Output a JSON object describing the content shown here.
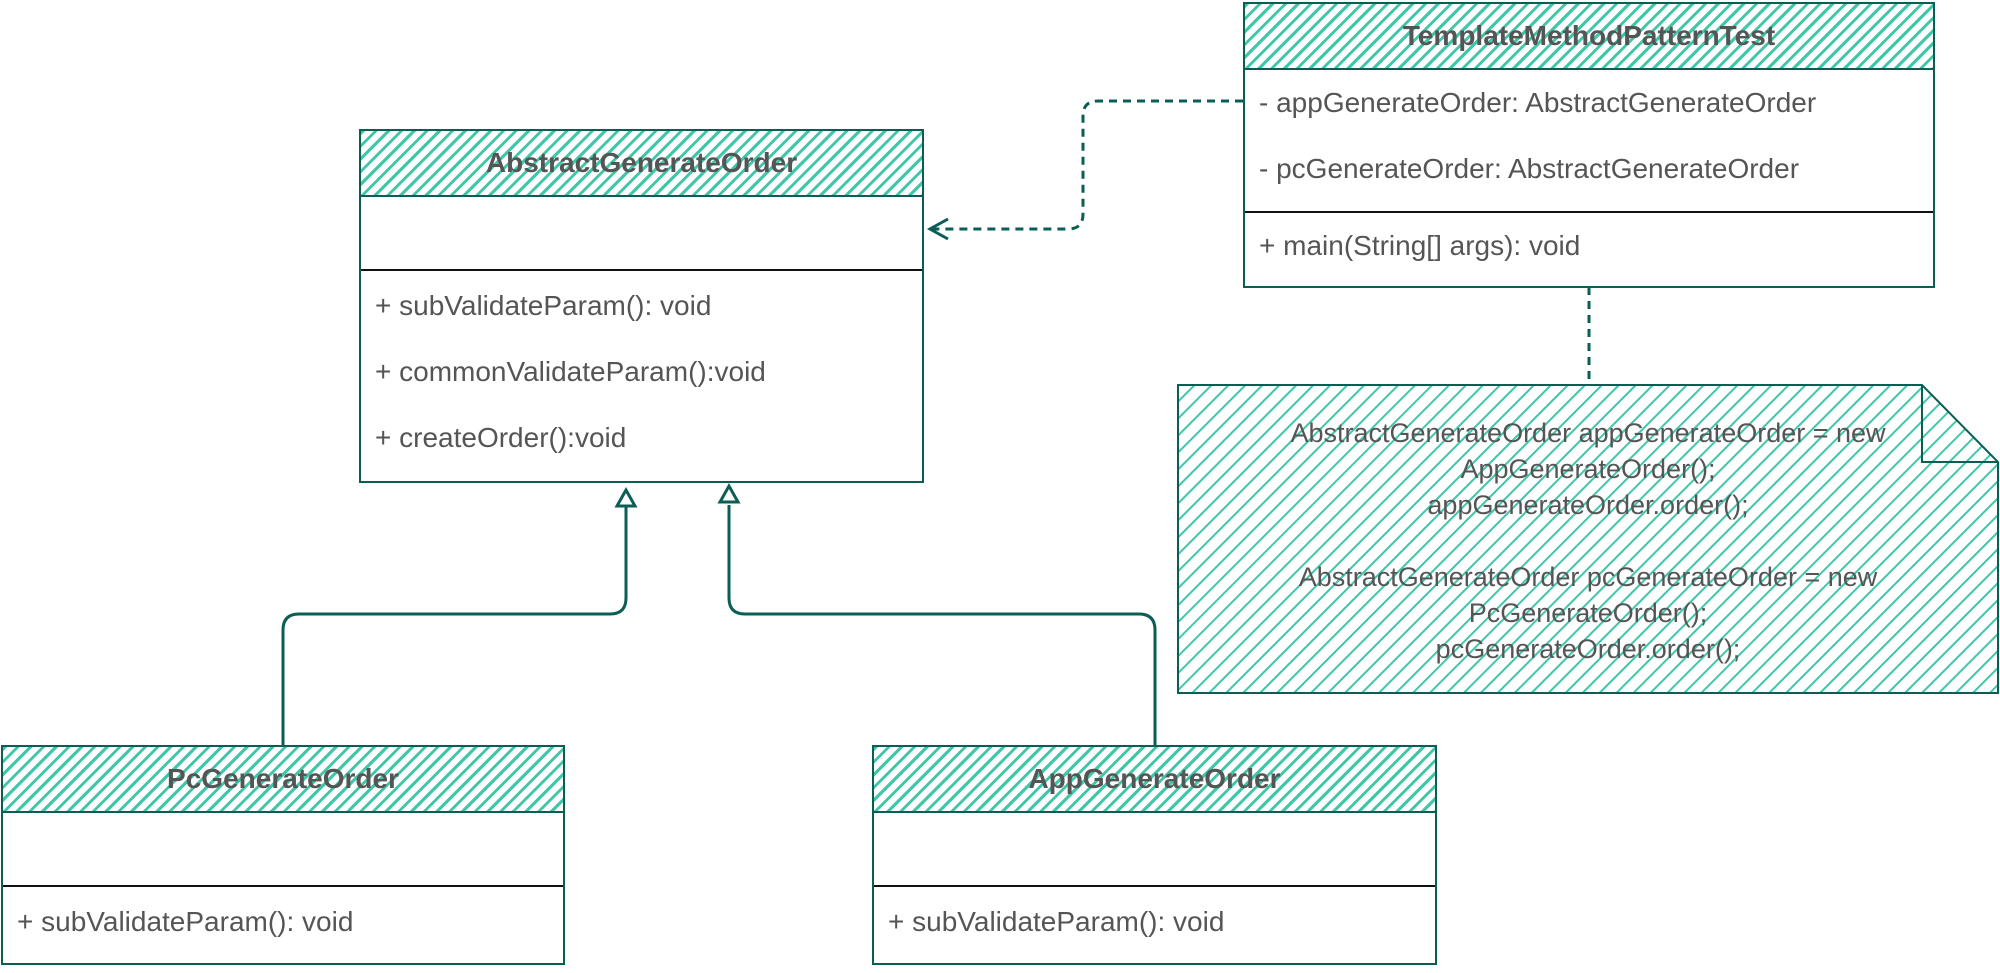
{
  "colors": {
    "accent_fill": "#3fc7a9",
    "border": "#0b5e54",
    "text": "#555555",
    "divider": "#111111"
  },
  "classes": {
    "abstract_generate_order": {
      "name": "AbstractGenerateOrder",
      "methods": [
        "+ subValidateParam(): void",
        "+ commonValidateParam():void",
        "+ createOrder():void"
      ]
    },
    "template_method_pattern_test": {
      "name": "TemplateMethodPatternTest",
      "attributes": [
        "- appGenerateOrder: AbstractGenerateOrder",
        "- pcGenerateOrder: AbstractGenerateOrder"
      ],
      "methods": [
        "+ main(String[] args): void"
      ]
    },
    "pc_generate_order": {
      "name": "PcGenerateOrder",
      "methods": [
        "+ subValidateParam(): void"
      ]
    },
    "app_generate_order": {
      "name": "AppGenerateOrder",
      "methods": [
        "+ subValidateParam(): void"
      ]
    }
  },
  "note": {
    "lines": [
      "AbstractGenerateOrder appGenerateOrder = new",
      "AppGenerateOrder();",
      "appGenerateOrder.order();",
      "",
      "AbstractGenerateOrder pcGenerateOrder = new",
      "PcGenerateOrder();",
      "pcGenerateOrder.order();"
    ]
  }
}
